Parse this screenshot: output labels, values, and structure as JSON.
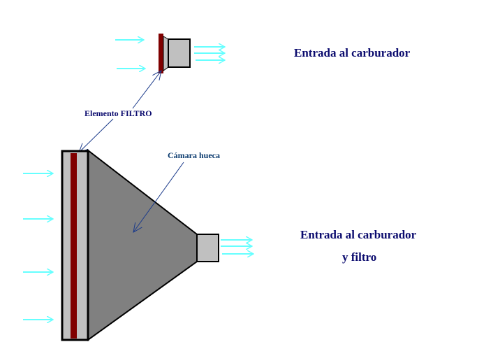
{
  "labels": {
    "top_title": "Entrada al carburador",
    "bottom_title_line1": "Entrada al carburador",
    "bottom_title_line2": "y filtro",
    "filter_element": "Elemento FILTRO",
    "hollow_chamber": "Cámara hueca"
  },
  "colors": {
    "airflow": "#66ffff",
    "filter": "#800000",
    "housing_light": "#c0c0c0",
    "chamber": "#808080",
    "text": "#0b0b6e"
  }
}
